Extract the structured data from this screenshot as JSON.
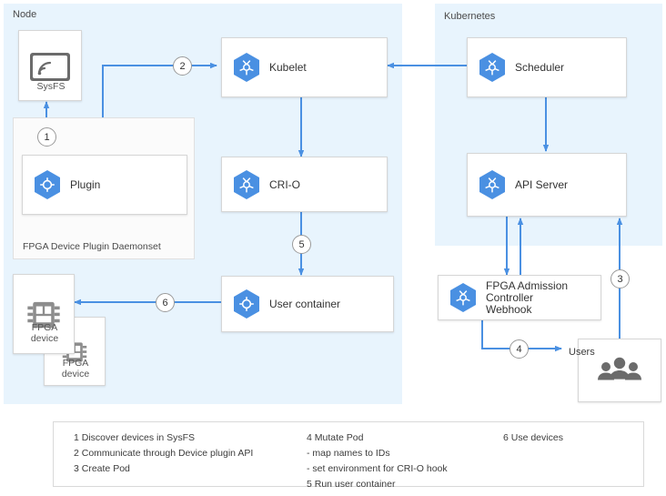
{
  "diagram": {
    "regions": [
      {
        "id": "node",
        "label": "Node"
      },
      {
        "id": "kubernetes",
        "label": "Kubernetes"
      }
    ],
    "panels": [
      {
        "id": "daemonset",
        "caption": "FPGA Device Plugin Daemonset"
      }
    ],
    "nodes": [
      {
        "id": "sysfs",
        "label": "SysFS",
        "icon": "sysfs-device-icon"
      },
      {
        "id": "plugin",
        "label": "Plugin",
        "icon": "hex-plugin-icon"
      },
      {
        "id": "kubelet",
        "label": "Kubelet",
        "icon": "hex-k8s-icon"
      },
      {
        "id": "crio",
        "label": "CRI-O",
        "icon": "hex-k8s-icon"
      },
      {
        "id": "user-container",
        "label": "User container",
        "icon": "hex-plugin-icon"
      },
      {
        "id": "scheduler",
        "label": "Scheduler",
        "icon": "hex-k8s-icon"
      },
      {
        "id": "api-server",
        "label": "API Server",
        "icon": "hex-k8s-icon"
      },
      {
        "id": "webhook",
        "label": "FPGA Admission\nController\nWebhook",
        "icon": "hex-k8s-icon"
      },
      {
        "id": "fpga-device-1",
        "label": "FPGA\ndevice",
        "icon": "fpga-chip-icon"
      },
      {
        "id": "fpga-device-2",
        "label": "FPGA\ndevice",
        "icon": "fpga-chip-icon"
      },
      {
        "id": "users",
        "label": "Users",
        "icon": "users-icon"
      }
    ],
    "webhook_lines": [
      "FPGA Admission",
      "Controller",
      "Webhook"
    ],
    "fpga_lines": [
      "FPGA",
      "device"
    ],
    "badges": [
      {
        "n": "1"
      },
      {
        "n": "2"
      },
      {
        "n": "3"
      },
      {
        "n": "4"
      },
      {
        "n": "5"
      },
      {
        "n": "6"
      }
    ],
    "legend": {
      "col1": [
        "1 Discover devices in SysFS",
        "2 Communicate through Device plugin API",
        "3 Create Pod"
      ],
      "col2": [
        "4 Mutate Pod",
        "   - map names to IDs",
        "   - set environment for CRI-O hook",
        "5 Run user container"
      ],
      "col3": [
        "6 Use devices"
      ]
    },
    "colors": {
      "region": "#e8f4fd",
      "arrow": "#4a90e2",
      "box_border": "#d6d6d6",
      "hex": "#4a90e2"
    }
  }
}
